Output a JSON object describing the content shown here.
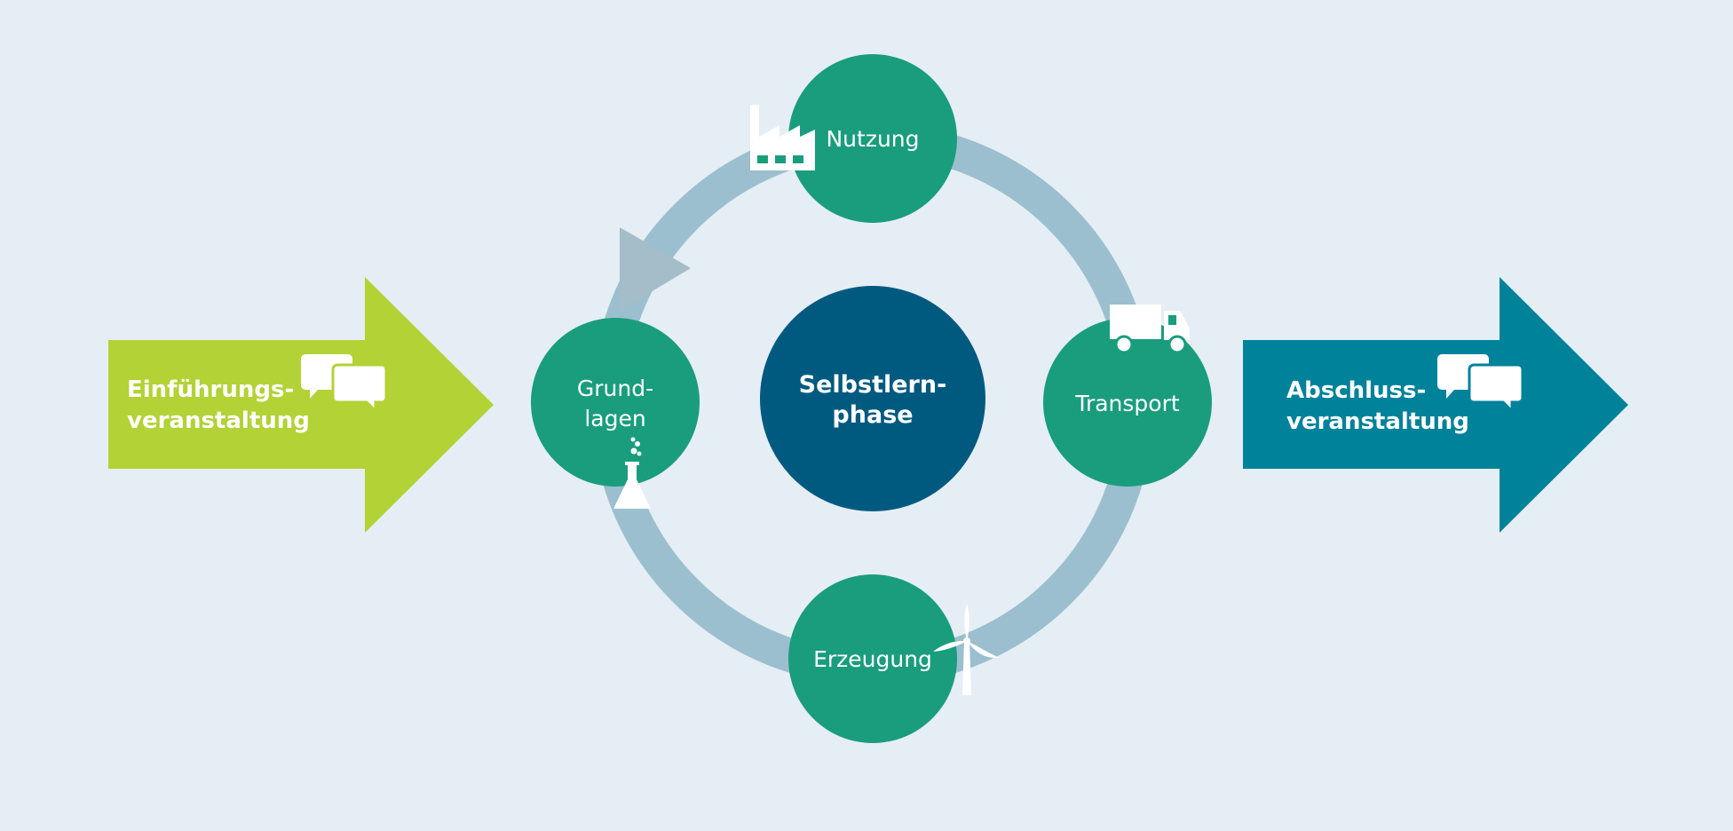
{
  "intro": {
    "line1": "Einführungs-",
    "line2": "veranstaltung",
    "icon": "speech-bubbles-icon",
    "color": "#b2d235"
  },
  "closing": {
    "line1": "Abschluss-",
    "line2": "veranstaltung",
    "icon": "speech-bubbles-icon",
    "color": "#00829a"
  },
  "center": {
    "line1": "Selbstlern-",
    "line2": "phase",
    "color": "#005a80"
  },
  "cycle": {
    "ring_color": "#9bbfce",
    "arrow_color": "#a5bcc9",
    "node_color": "#199d7d",
    "nodes": [
      {
        "line1": "Nutzung",
        "line2": "",
        "icon": "factory-icon"
      },
      {
        "line1": "Transport",
        "line2": "",
        "icon": "truck-icon"
      },
      {
        "line1": "Erzeugung",
        "line2": "",
        "icon": "wind-turbine-icon"
      },
      {
        "line1": "Grund-",
        "line2": "lagen",
        "icon": "flask-icon"
      }
    ]
  }
}
